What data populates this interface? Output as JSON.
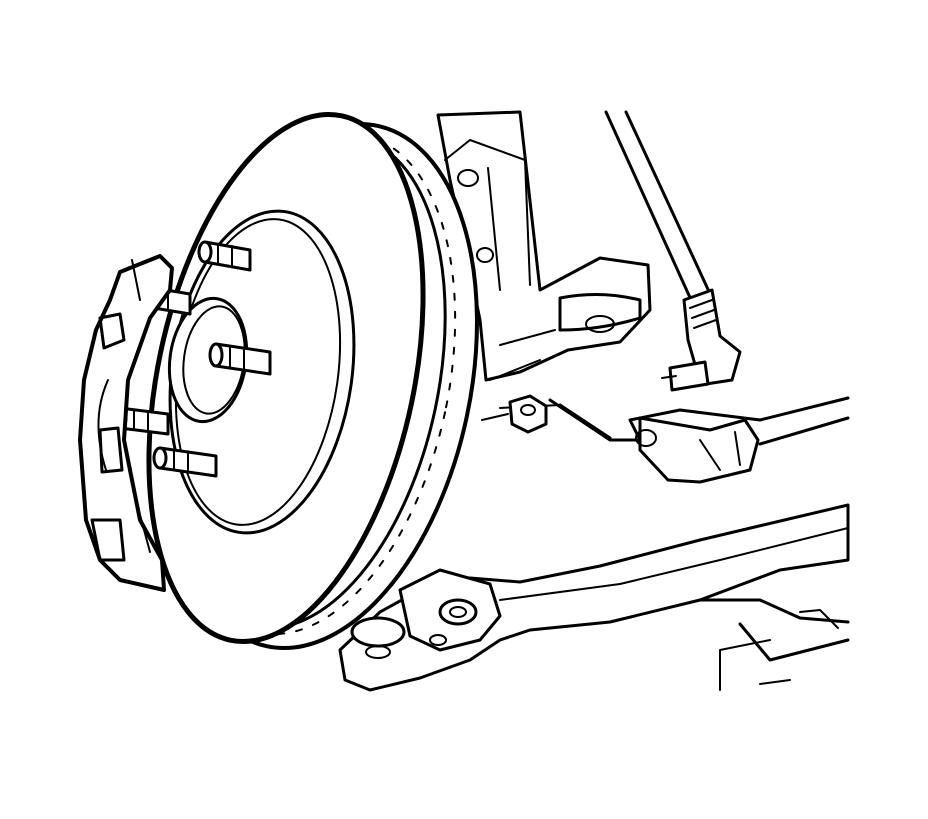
{
  "diagram": {
    "colors": {
      "background": "#ffffff",
      "ink": "#000000"
    },
    "components": [
      "brake-rotor",
      "wheel-hub",
      "wheel-stud",
      "brake-caliper",
      "steering-knuckle",
      "tie-rod",
      "tie-rod-end",
      "nut",
      "lower-control-arm",
      "stabilizer-link",
      "crossmember"
    ]
  }
}
